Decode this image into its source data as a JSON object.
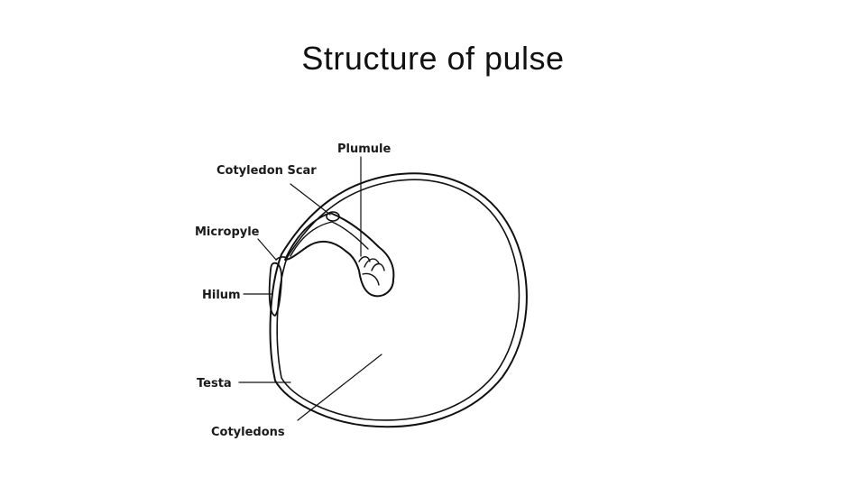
{
  "slide": {
    "title": "Structure of pulse"
  },
  "diagram": {
    "labels": {
      "plumule": "Plumule",
      "cotyledon_scar": "Cotyledon Scar",
      "micropyle": "Micropyle",
      "hilum": "Hilum",
      "testa": "Testa",
      "cotyledons": "Cotyledons"
    },
    "colors": {
      "outline": "#111111",
      "background": "#ffffff"
    }
  }
}
